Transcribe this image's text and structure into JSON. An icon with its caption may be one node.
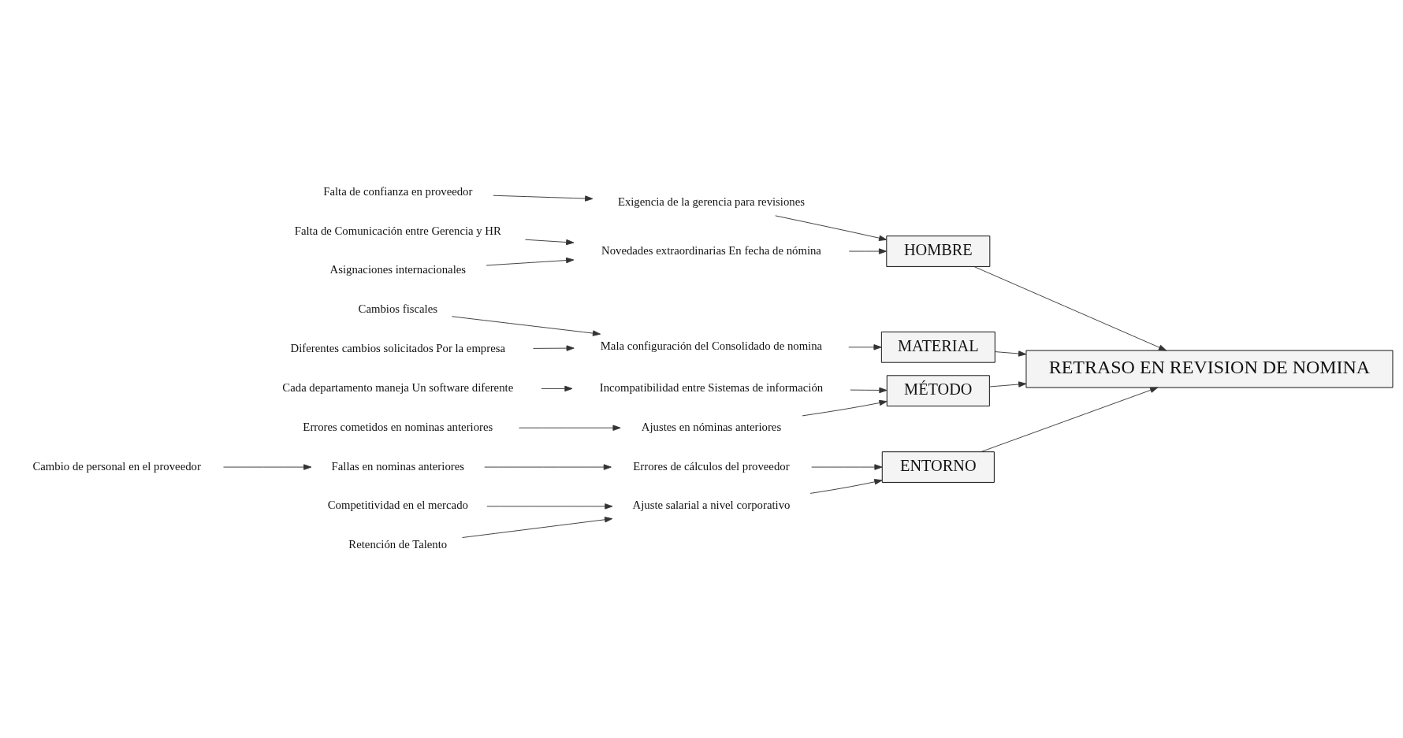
{
  "diagram": {
    "nodes": [
      {
        "text": [
          "ENTORNO"
        ]
      },
      {
        "text": [
          "HOMBRE"
        ]
      },
      {
        "text": [
          "MATERIAL"
        ]
      },
      {
        "text": [
          "MÉTODO"
        ]
      },
      {
        "text": [
          "RETRASO EN REVISION DE NOMINA"
        ]
      },
      {
        "text": [
          "Errores de cálculos del proveedor"
        ]
      },
      {
        "text": [
          "Fallas en nominas anteriores"
        ]
      },
      {
        "text": [
          "Cambio de personal en el proveedor"
        ]
      },
      {
        "text": [
          "Competitividad en el mercado"
        ]
      },
      {
        "text": [
          "Ajuste salarial a nivel corporativo"
        ]
      },
      {
        "text": [
          "Retención de Talento"
        ]
      },
      {
        "text": [
          "Falta de confianza en proveedor"
        ]
      },
      {
        "text": [
          "Exigencia de la gerencia para revisiones"
        ]
      },
      {
        "text": [
          "Falta de Comunicación entre Gerencia y HR"
        ]
      },
      {
        "text": [
          "Novedades extraordinarias En fecha de nómina"
        ]
      },
      {
        "text": [
          "Asignaciones internacionales"
        ]
      },
      {
        "text": [
          "Cambios fiscales"
        ]
      },
      {
        "text": [
          "Mala configuración del Consolidado de nomina"
        ]
      },
      {
        "text": [
          "Diferentes cambios solicitados Por la empresa"
        ]
      },
      {
        "text": [
          "Incompatibilidad entre Sistemas de información"
        ]
      },
      {
        "text": [
          "Cada departamento maneja Un software diferente"
        ]
      },
      {
        "text": [
          "Ajustes en nóminas anteriores"
        ]
      },
      {
        "text": [
          "Errores cometidos en nominas anteriores"
        ]
      }
    ],
    "edges": [
      {
        "from": 0,
        "to": 4,
        "arrow": "to"
      },
      {
        "from": 1,
        "to": 4,
        "arrow": "to"
      },
      {
        "from": 2,
        "to": 4,
        "arrow": "to"
      },
      {
        "from": 3,
        "to": 4,
        "arrow": "to"
      },
      {
        "from": 5,
        "to": 0,
        "arrow": "to"
      },
      {
        "from": 6,
        "to": 5,
        "arrow": "to"
      },
      {
        "from": 7,
        "to": 6,
        "arrow": "to"
      },
      {
        "from": 8,
        "to": 9,
        "arrow": "to"
      },
      {
        "from": 9,
        "to": 0,
        "arrow": "to"
      },
      {
        "from": 10,
        "to": 9,
        "arrow": "to"
      },
      {
        "from": 11,
        "to": 12,
        "arrow": "to"
      },
      {
        "from": 12,
        "to": 1,
        "arrow": "to"
      },
      {
        "from": 13,
        "to": 14,
        "arrow": "to"
      },
      {
        "from": 14,
        "to": 1,
        "arrow": "to"
      },
      {
        "from": 15,
        "to": 14,
        "arrow": "to"
      },
      {
        "from": 16,
        "to": 17,
        "arrow": "to"
      },
      {
        "from": 17,
        "to": 2,
        "arrow": "to"
      },
      {
        "from": 18,
        "to": 17,
        "arrow": "to"
      },
      {
        "from": 19,
        "to": 3,
        "arrow": "to"
      },
      {
        "from": 20,
        "to": 19,
        "arrow": "to"
      },
      {
        "from": 21,
        "to": 3,
        "arrow": "to"
      },
      {
        "from": 22,
        "to": 21,
        "arrow": "to"
      }
    ]
  }
}
